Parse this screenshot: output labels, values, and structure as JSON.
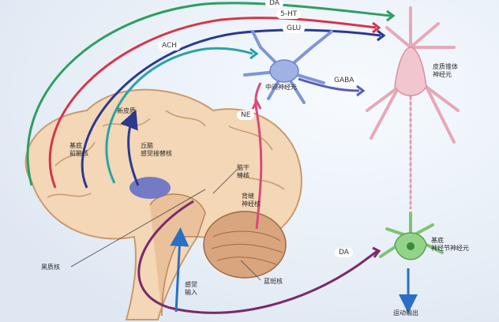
{
  "labels": {
    "da_top": "DA",
    "ht5": "5-HT",
    "glu": "GLU",
    "ach": "ACH",
    "pyramidal": "皮质锥体\n神经元",
    "interneuron": "中间神经元",
    "gaba": "GABA",
    "ne": "NE",
    "neocortex": "新皮质",
    "basal_forebrain": "基底\n前脑核",
    "thalamus": "丘脑\n感觉接替核",
    "raphe": "脑干\n缝核",
    "locus": "背缝\n神经核",
    "substantia_nigra": "黑质核",
    "locus_coeruleus": "蓝斑核",
    "sensory_input": "感觉\n输入",
    "da_bottom": "DA",
    "basal_ganglia": "基底\n神经节神经元",
    "motor_output": "运动输出"
  },
  "colors": {
    "da": "#2e9e62",
    "ht5": "#d6364a",
    "glu": "#2b3a8f",
    "ach": "#2aa3a8",
    "ne": "#d94a7a",
    "gaba": "#5a5fb0",
    "sensory": "#2a6fc4",
    "motor": "#2a6fc4",
    "brain": "#f3d7b6",
    "neuron_pink": "#f2c6cf",
    "neuron_blue": "#9fb2e3",
    "neuron_green": "#93d48a"
  }
}
